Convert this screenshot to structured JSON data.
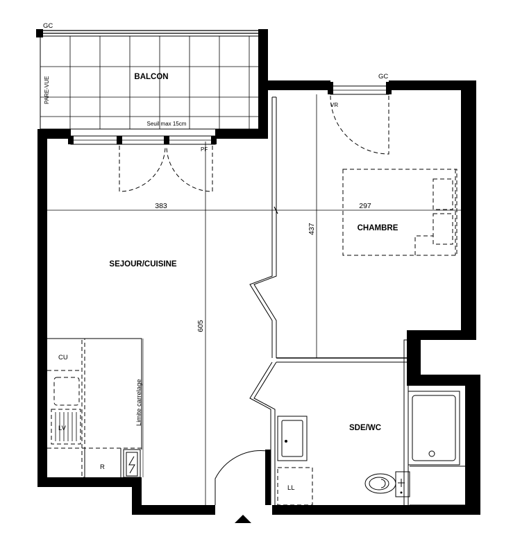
{
  "rooms": {
    "balcon": "BALCON",
    "sejour": "SEJOUR/CUISINE",
    "chambre": "CHAMBRE",
    "sde": "SDE/WC"
  },
  "labels": {
    "gc_balcon": "GC",
    "gc_chambre": "GC",
    "pare_vue": "PARE-VUE",
    "seuil": "Seuil max 15cm",
    "pf": "PF",
    "vr": "VR",
    "limite": "Limite carrelage",
    "cu": "CU",
    "lv": "LV",
    "r": "R",
    "ll": "LL"
  },
  "dimensions": {
    "sejour_width": "383",
    "chambre_width": "297",
    "chambre_depth": "437",
    "sejour_depth": "605"
  },
  "icons": {
    "entrance": "entrance-arrow-icon",
    "electrical": "electrical-panel-icon",
    "wc": "toilet-icon",
    "sink": "washbasin-icon",
    "shower": "shower-tray-icon",
    "bed": "bed-icon",
    "hob": "hob-icon"
  }
}
